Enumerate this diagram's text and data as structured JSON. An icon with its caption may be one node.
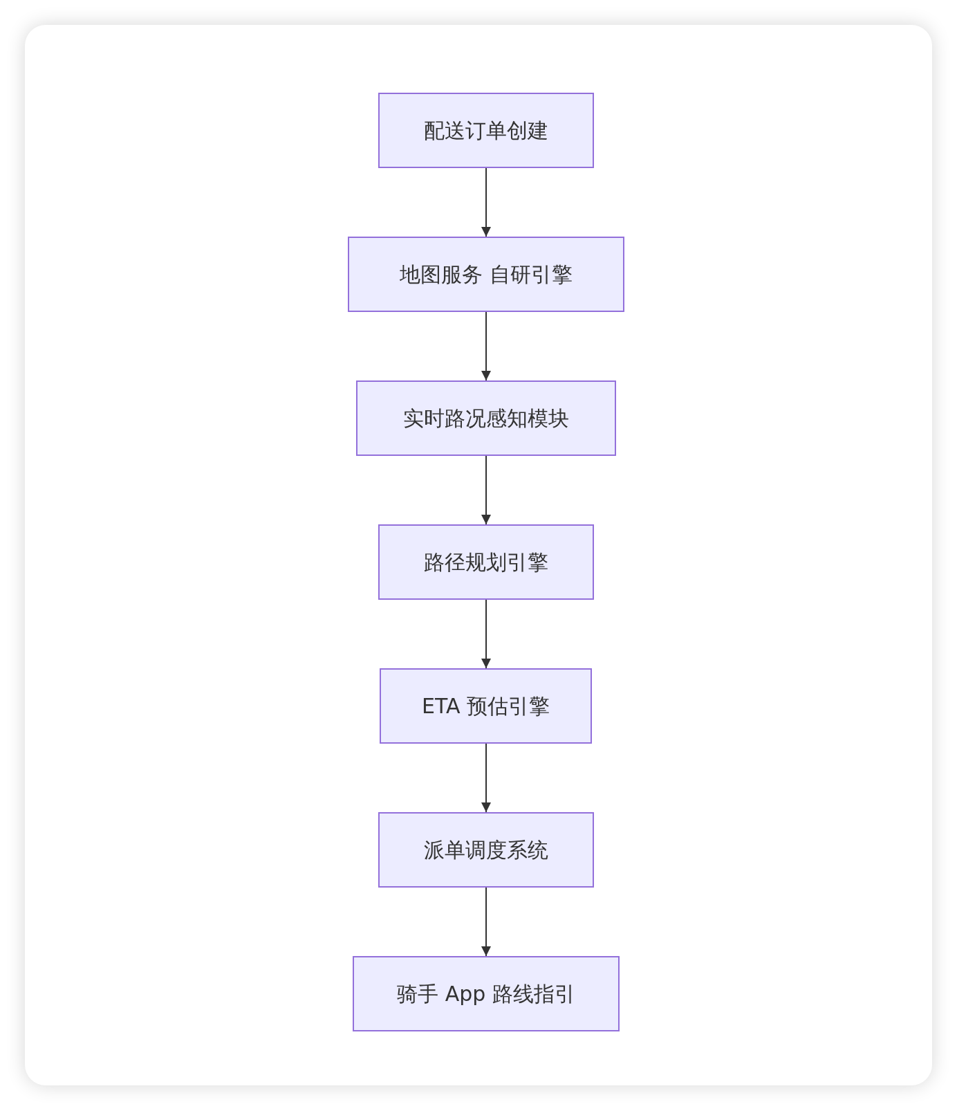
{
  "diagram": {
    "nodes": [
      {
        "text": [
          "配送订单创建"
        ]
      },
      {
        "text": [
          "地图服务 自研引擎"
        ]
      },
      {
        "text": [
          "实时路况感知模块"
        ]
      },
      {
        "text": [
          "路径规划引擎"
        ]
      },
      {
        "text": [
          "ETA 预估引擎"
        ]
      },
      {
        "text": [
          "派单调度系统"
        ]
      },
      {
        "text": [
          "骑手 App 路线指引"
        ]
      }
    ],
    "edges": [
      {
        "from": 0,
        "to": 1,
        "arrow": "to"
      },
      {
        "from": 1,
        "to": 2,
        "arrow": "to"
      },
      {
        "from": 2,
        "to": 3,
        "arrow": "to"
      },
      {
        "from": 3,
        "to": 4,
        "arrow": "to"
      },
      {
        "from": 4,
        "to": 5,
        "arrow": "to"
      },
      {
        "from": 5,
        "to": 6,
        "arrow": "to"
      }
    ]
  }
}
